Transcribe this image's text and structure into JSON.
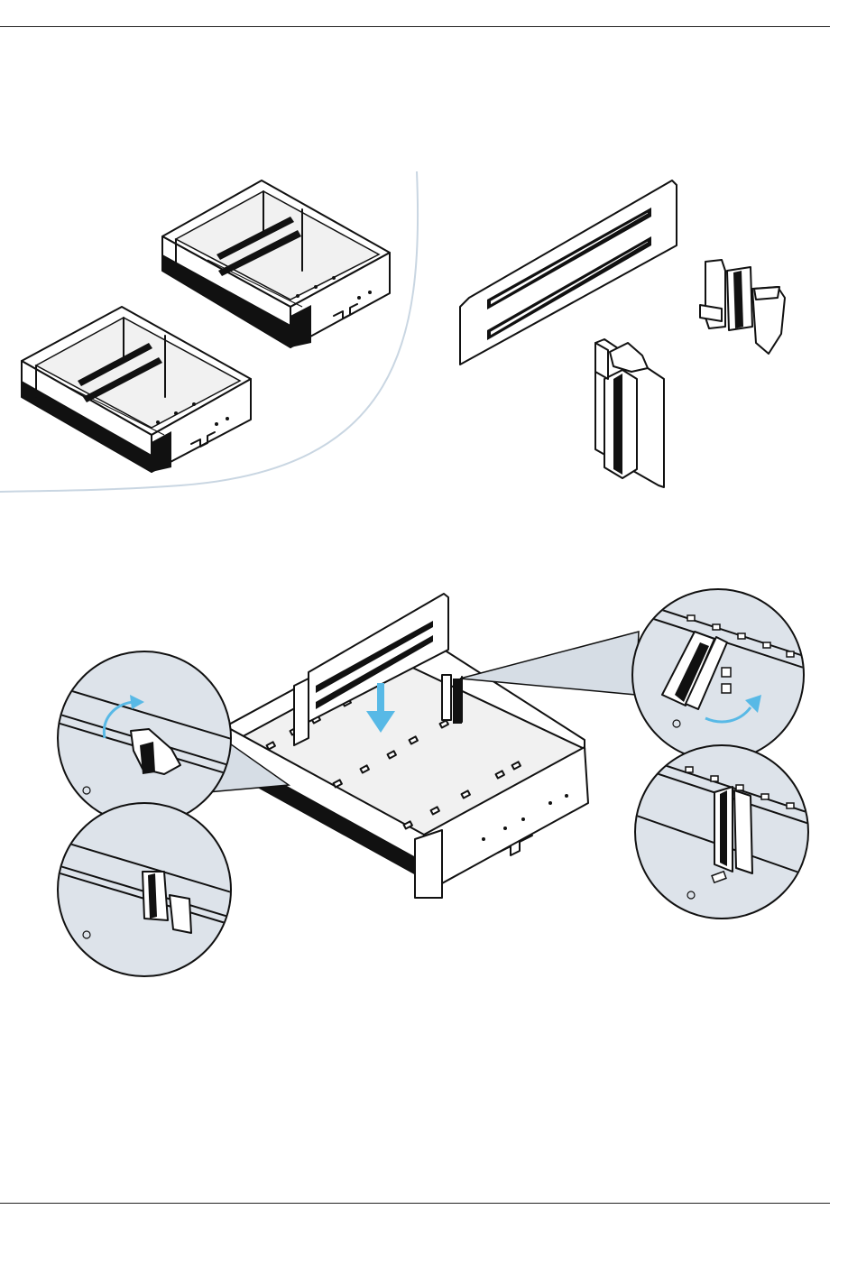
{
  "document": {
    "type": "assembly-instruction-illustration",
    "colors": {
      "rule": "#222222",
      "line_art": "#111111",
      "arrow_blue": "#58b9e6",
      "detail_fill": "#dde3ea",
      "curve_accent": "#c9d6e2"
    },
    "icons": [
      "drawer-pair-illustration",
      "divider-panel-illustration",
      "divider-clip-illustration",
      "assembly-illustration",
      "down-arrow-icon",
      "rotate-arrow-icon"
    ]
  }
}
